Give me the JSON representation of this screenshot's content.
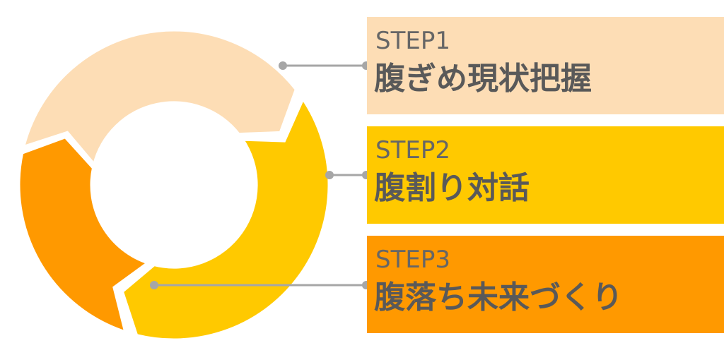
{
  "colors": {
    "step1": "#FDDDB5",
    "step2": "#FFC900",
    "step3": "#FF9900",
    "connector": "#A6A6A6",
    "gap": "#FFFFFF"
  },
  "steps": [
    {
      "label": "STEP1",
      "title": "腹ぎめ現状把握"
    },
    {
      "label": "STEP2",
      "title": "腹割り対話"
    },
    {
      "label": "STEP3",
      "title": "腹落ち未来づくり"
    }
  ]
}
